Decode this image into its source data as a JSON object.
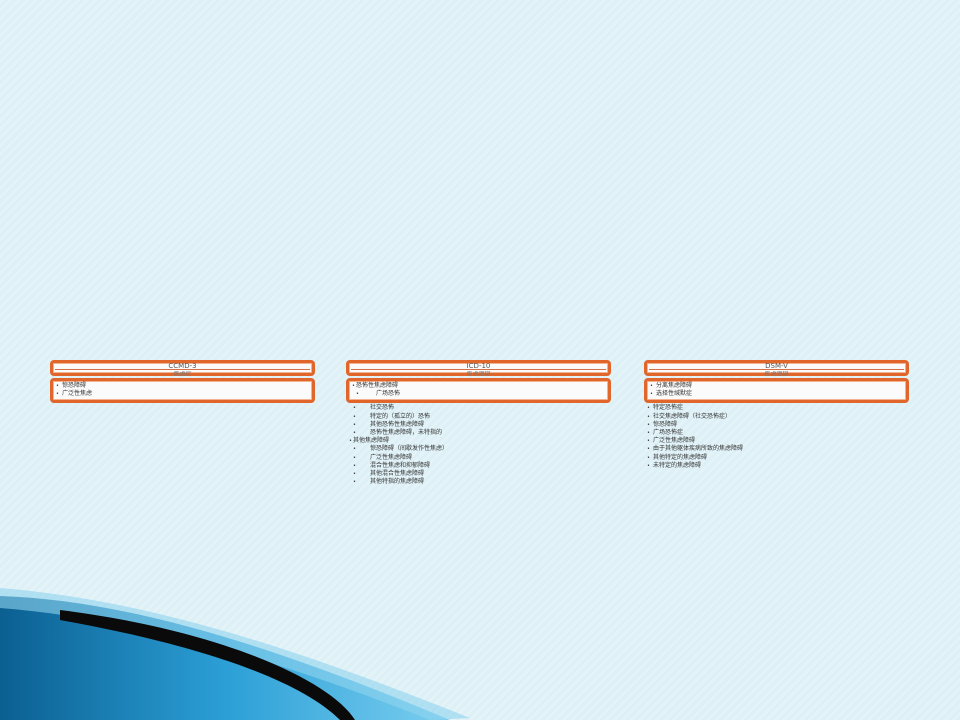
{
  "colors": {
    "border": "#e0662b",
    "background": "#dff1f7",
    "swoosh_blue": "#1a8ac4",
    "swoosh_black": "#111111"
  },
  "panels": [
    {
      "title": "CCMD-3",
      "subtitle": "焦虑症",
      "items": [
        "惊恐障碍",
        "广泛性焦虑"
      ],
      "overflow": []
    },
    {
      "title": "ICD-10",
      "subtitle": "焦虑障碍",
      "items": [
        {
          "text": "恐怖性焦虑障碍",
          "level": "cat"
        },
        {
          "text": "广场恐怖",
          "level": "sub"
        }
      ],
      "overflow": [
        {
          "text": "社交恐怖",
          "level": "sub"
        },
        {
          "text": "特定的（孤立的）恐怖",
          "level": "sub"
        },
        {
          "text": "其他恐怖性焦虑障碍",
          "level": "sub"
        },
        {
          "text": "恐怖性焦虑障碍，未特指的",
          "level": "sub"
        },
        {
          "text": "其他焦虑障碍",
          "level": "cat"
        },
        {
          "text": "惊恐障碍（间歇发作性焦虑）",
          "level": "sub"
        },
        {
          "text": "广泛性焦虑障碍",
          "level": "sub"
        },
        {
          "text": "混合性焦虑和抑郁障碍",
          "level": "sub"
        },
        {
          "text": "其他混合性焦虑障碍",
          "level": "sub"
        },
        {
          "text": "其他特指的焦虑障碍",
          "level": "sub"
        }
      ]
    },
    {
      "title": "DSM-V",
      "subtitle": "焦虑障碍",
      "items": [
        "分离焦虑障碍",
        "选择性缄默症"
      ],
      "overflow": [
        "特定恐怖症",
        "社交焦虑障碍（社交恐怖症）",
        "惊恐障碍",
        "广场恐怖症",
        "广泛性焦虑障碍",
        "由于其他躯体疾病所致的焦虑障碍",
        "其他特定的焦虑障碍",
        "未特定的焦虑障碍"
      ]
    }
  ]
}
